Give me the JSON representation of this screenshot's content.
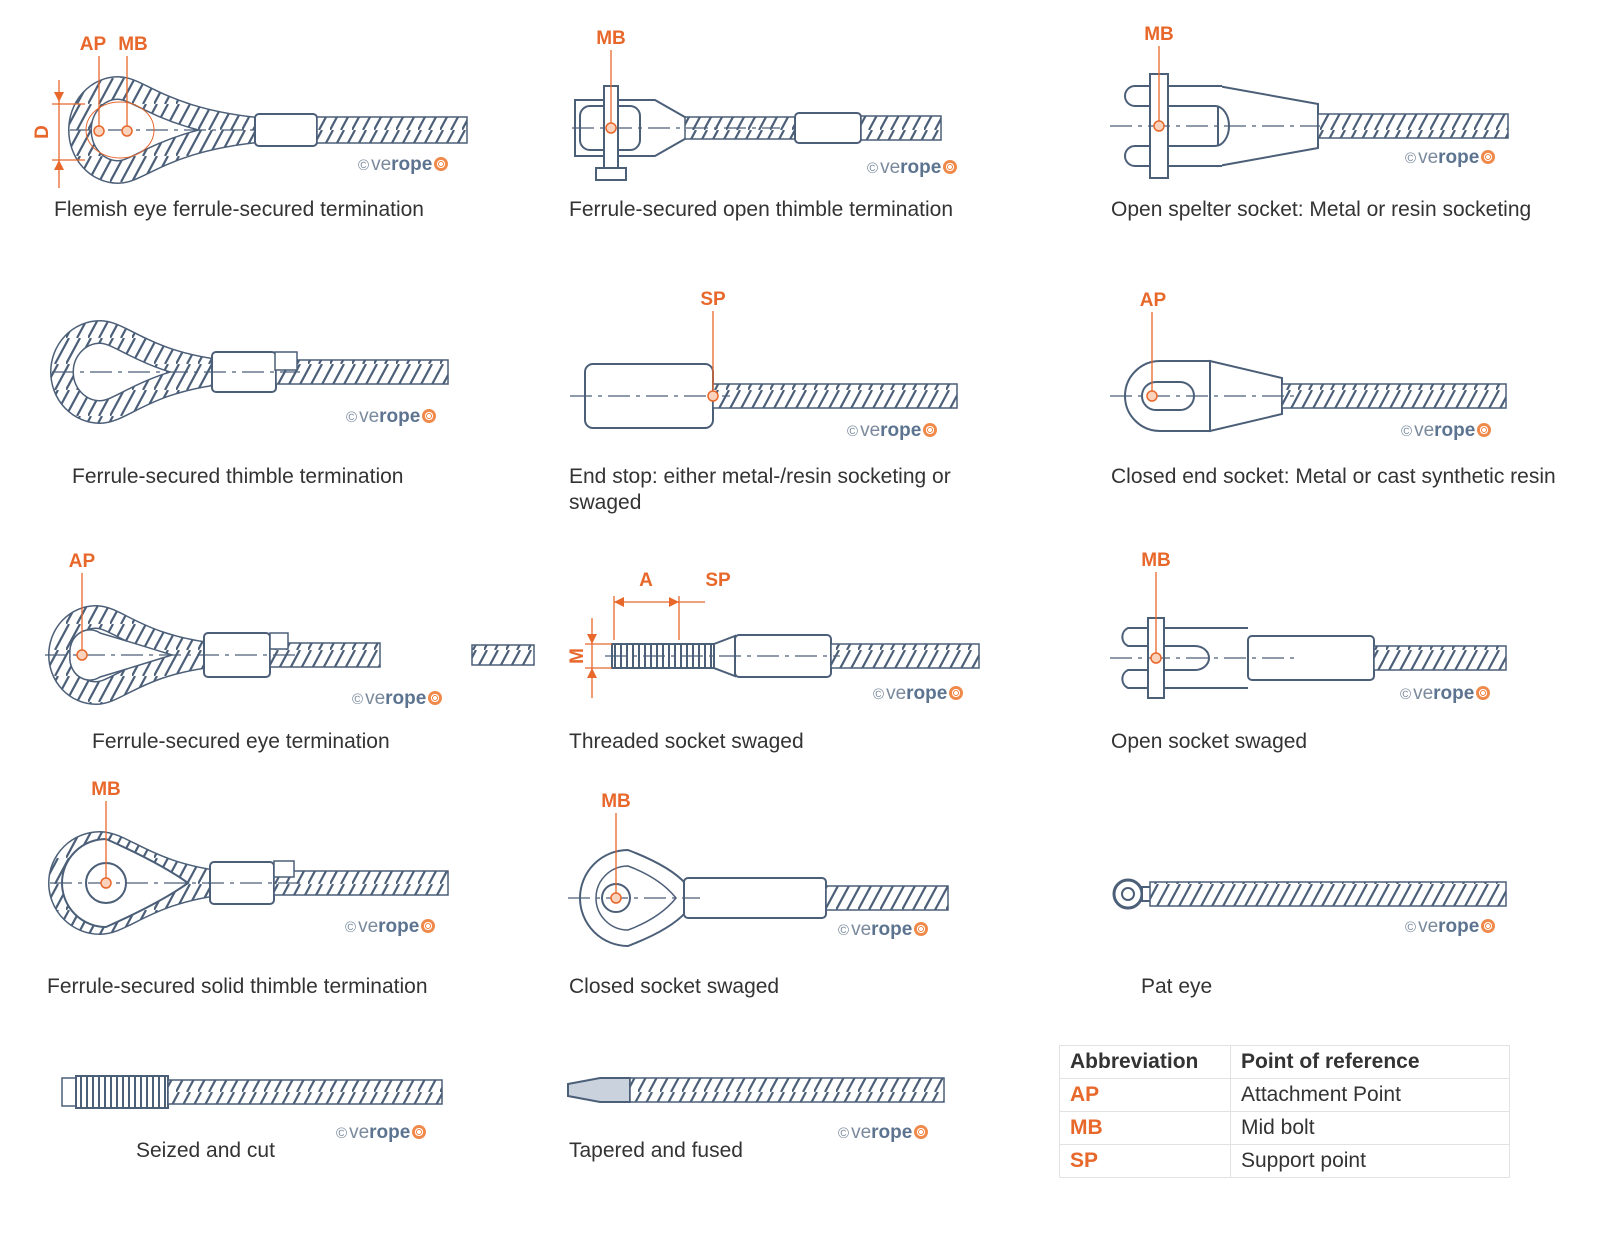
{
  "brand": {
    "prefix": "©",
    "name_light": "ve",
    "name_bold": "rope"
  },
  "colors": {
    "line": "#4c5f78",
    "fill": "#ffffff",
    "accent": "#e8672b",
    "axis": "#4c5f78"
  },
  "items": [
    {
      "caption": "Flemish eye ferrule-secured termination",
      "labels": [
        "AP",
        "MB",
        "D"
      ]
    },
    {
      "caption": "Ferrule-secured open thimble termination",
      "labels": [
        "MB"
      ]
    },
    {
      "caption": "Open spelter socket: Metal or resin socketing",
      "labels": [
        "MB"
      ]
    },
    {
      "caption": "Ferrule-secured thimble termination",
      "labels": []
    },
    {
      "caption": "End stop: either metal-/resin socketing or swaged",
      "labels": [
        "SP"
      ]
    },
    {
      "caption": "Closed end socket: Metal or cast synthetic resin",
      "labels": [
        "AP"
      ]
    },
    {
      "caption": "Ferrule-secured eye termination",
      "labels": [
        "AP"
      ]
    },
    {
      "caption": "Threaded socket swaged",
      "labels": [
        "A",
        "SP",
        "M"
      ]
    },
    {
      "caption": "Open socket swaged",
      "labels": [
        "MB"
      ]
    },
    {
      "caption": "Ferrule-secured solid thimble termination",
      "labels": [
        "MB"
      ]
    },
    {
      "caption": "Closed socket swaged",
      "labels": [
        "MB"
      ]
    },
    {
      "caption": "Pat eye",
      "labels": []
    },
    {
      "caption": "Seized and cut",
      "labels": []
    },
    {
      "caption": "Tapered and fused",
      "labels": []
    }
  ],
  "table": {
    "headers": [
      "Abbreviation",
      "Point of reference"
    ],
    "rows": [
      {
        "abbr": "AP",
        "meaning": "Attachment Point"
      },
      {
        "abbr": "MB",
        "meaning": "Mid bolt"
      },
      {
        "abbr": "SP",
        "meaning": "Support point"
      }
    ]
  }
}
